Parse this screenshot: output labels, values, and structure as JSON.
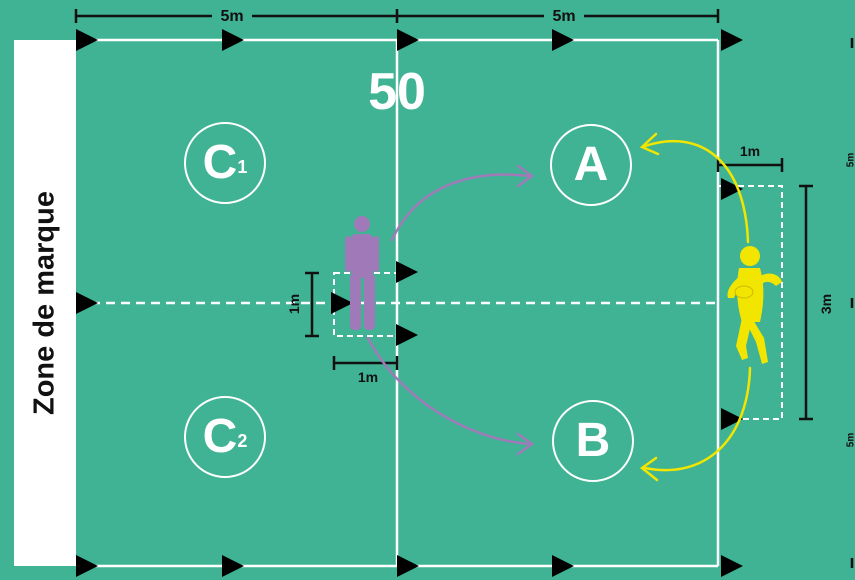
{
  "zone_label": "Zone de marque",
  "pitch_number": "50",
  "markers": {
    "a": "A",
    "b": "B",
    "c1": {
      "letter": "C",
      "index": "1"
    },
    "c2": {
      "letter": "C",
      "index": "2"
    }
  },
  "dimensions": {
    "top_left": "5m",
    "top_right": "5m",
    "box_width": "1m",
    "box_height": "1m",
    "right_box_width": "1m",
    "right_box_height": "3m",
    "edge_top": "5m",
    "edge_bottom": "5m"
  },
  "colors": {
    "pitch": "#3fb394",
    "lines": "#ffffff",
    "attacker": "#a07ab8",
    "defender": "#f2e600",
    "dimension": "#111111"
  },
  "icons": [
    "cone-icon",
    "attacker-player-icon",
    "defender-player-icon"
  ]
}
